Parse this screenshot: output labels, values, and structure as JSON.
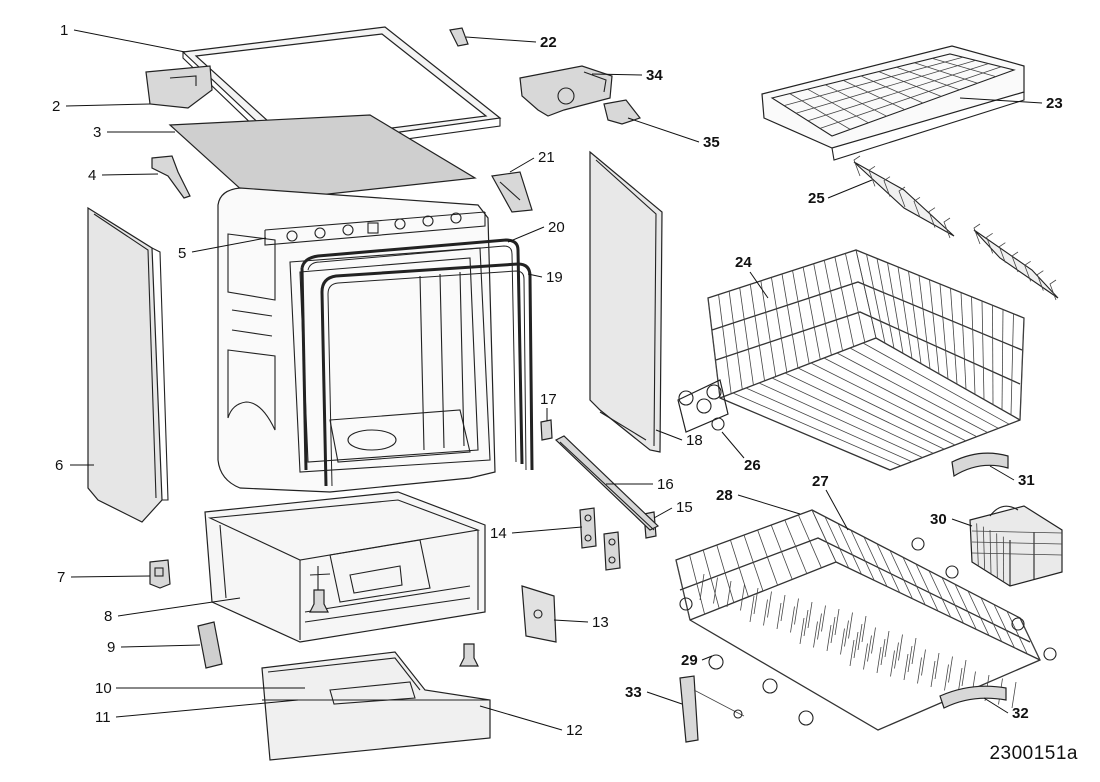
{
  "diagram": {
    "document_code": "2300151a",
    "callouts": [
      {
        "id": "1",
        "text": "1",
        "style": "plain"
      },
      {
        "id": "2",
        "text": "2",
        "style": "plain"
      },
      {
        "id": "3",
        "text": "3",
        "style": "plain"
      },
      {
        "id": "4",
        "text": "4",
        "style": "plain"
      },
      {
        "id": "5",
        "text": "5",
        "style": "plain"
      },
      {
        "id": "6",
        "text": "6",
        "style": "plain"
      },
      {
        "id": "7",
        "text": "7",
        "style": "plain"
      },
      {
        "id": "8",
        "text": "8",
        "style": "plain"
      },
      {
        "id": "9",
        "text": "9",
        "style": "plain"
      },
      {
        "id": "10",
        "text": "10",
        "style": "plain"
      },
      {
        "id": "11",
        "text": "11",
        "style": "plain"
      },
      {
        "id": "12",
        "text": "12",
        "style": "plain"
      },
      {
        "id": "13",
        "text": "13",
        "style": "plain"
      },
      {
        "id": "14",
        "text": "14",
        "style": "plain"
      },
      {
        "id": "15",
        "text": "15",
        "style": "plain"
      },
      {
        "id": "16",
        "text": "16",
        "style": "plain"
      },
      {
        "id": "17",
        "text": "17",
        "style": "plain"
      },
      {
        "id": "18",
        "text": "18",
        "style": "plain"
      },
      {
        "id": "19",
        "text": "19",
        "style": "plain"
      },
      {
        "id": "20",
        "text": "20",
        "style": "plain"
      },
      {
        "id": "21",
        "text": "21",
        "style": "plain"
      },
      {
        "id": "22",
        "text": "22",
        "style": "bold"
      },
      {
        "id": "23",
        "text": "23",
        "style": "bold"
      },
      {
        "id": "24",
        "text": "24",
        "style": "bold"
      },
      {
        "id": "25",
        "text": "25",
        "style": "bold"
      },
      {
        "id": "26",
        "text": "26",
        "style": "bold"
      },
      {
        "id": "27",
        "text": "27",
        "style": "bold"
      },
      {
        "id": "28",
        "text": "28",
        "style": "bold"
      },
      {
        "id": "29",
        "text": "29",
        "style": "bold"
      },
      {
        "id": "30",
        "text": "30",
        "style": "bold"
      },
      {
        "id": "31",
        "text": "31",
        "style": "bold"
      },
      {
        "id": "32",
        "text": "32",
        "style": "bold"
      },
      {
        "id": "33",
        "text": "33",
        "style": "bold"
      },
      {
        "id": "34",
        "text": "34",
        "style": "bold"
      },
      {
        "id": "35",
        "text": "35",
        "style": "bold"
      }
    ]
  }
}
